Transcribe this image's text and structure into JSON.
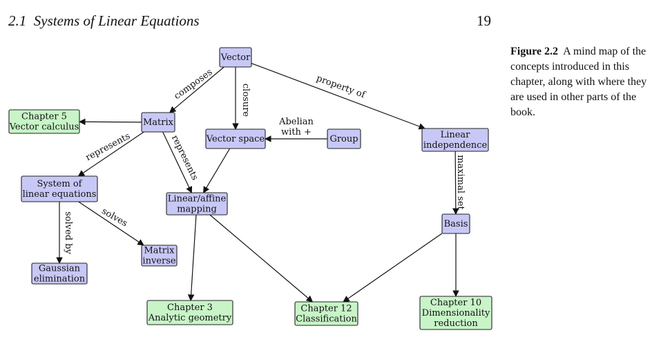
{
  "header": {
    "section": "2.1",
    "title": "Systems of Linear Equations",
    "page_number": "19"
  },
  "caption": {
    "label": "Figure 2.2",
    "text": "A mind map of the concepts introduced in this chapter, along with where they are used in other parts of the book."
  },
  "nodes": {
    "vector": {
      "lines": [
        "Vector"
      ],
      "kind": "concept"
    },
    "matrix": {
      "lines": [
        "Matrix"
      ],
      "kind": "concept"
    },
    "chapter5": {
      "lines": [
        "Chapter 5",
        "Vector calculus"
      ],
      "kind": "chapter"
    },
    "vector_space": {
      "lines": [
        "Vector space"
      ],
      "kind": "concept"
    },
    "group": {
      "lines": [
        "Group"
      ],
      "kind": "concept"
    },
    "linear_independence": {
      "lines": [
        "Linear",
        "independence"
      ],
      "kind": "concept"
    },
    "system": {
      "lines": [
        "System of",
        "linear equations"
      ],
      "kind": "concept"
    },
    "linear_mapping": {
      "lines": [
        "Linear/affine",
        "mapping"
      ],
      "kind": "concept"
    },
    "basis": {
      "lines": [
        "Basis"
      ],
      "kind": "concept"
    },
    "matrix_inverse": {
      "lines": [
        "Matrix",
        "inverse"
      ],
      "kind": "concept"
    },
    "gaussian": {
      "lines": [
        "Gaussian",
        "elimination"
      ],
      "kind": "concept"
    },
    "chapter3": {
      "lines": [
        "Chapter 3",
        "Analytic geometry"
      ],
      "kind": "chapter"
    },
    "chapter12": {
      "lines": [
        "Chapter 12",
        "Classification"
      ],
      "kind": "chapter"
    },
    "chapter10": {
      "lines": [
        "Chapter 10",
        "Dimensionality",
        "reduction"
      ],
      "kind": "chapter"
    }
  },
  "edge_labels": {
    "composes": "composes",
    "closure": "closure",
    "property_of": "property of",
    "abelian": [
      "Abelian",
      "with +"
    ],
    "represents_left": "represents",
    "represents_right": "represents",
    "maximal_set": "maximal set",
    "solves": "solves",
    "solved_by": "solved by"
  },
  "edges": [
    {
      "from": "vector",
      "to": "matrix"
    },
    {
      "from": "vector",
      "to": "vector_space"
    },
    {
      "from": "vector",
      "to": "linear_independence"
    },
    {
      "from": "matrix",
      "to": "chapter5"
    },
    {
      "from": "matrix",
      "to": "system"
    },
    {
      "from": "matrix",
      "to": "linear_mapping"
    },
    {
      "from": "group",
      "to": "vector_space"
    },
    {
      "from": "vector_space",
      "to": "linear_mapping"
    },
    {
      "from": "linear_independence",
      "to": "basis"
    },
    {
      "from": "system",
      "to": "gaussian"
    },
    {
      "from": "system",
      "to": "matrix_inverse"
    },
    {
      "from": "linear_mapping",
      "to": "chapter3"
    },
    {
      "from": "linear_mapping",
      "to": "chapter12"
    },
    {
      "from": "basis",
      "to": "chapter12"
    },
    {
      "from": "basis",
      "to": "chapter10"
    }
  ]
}
